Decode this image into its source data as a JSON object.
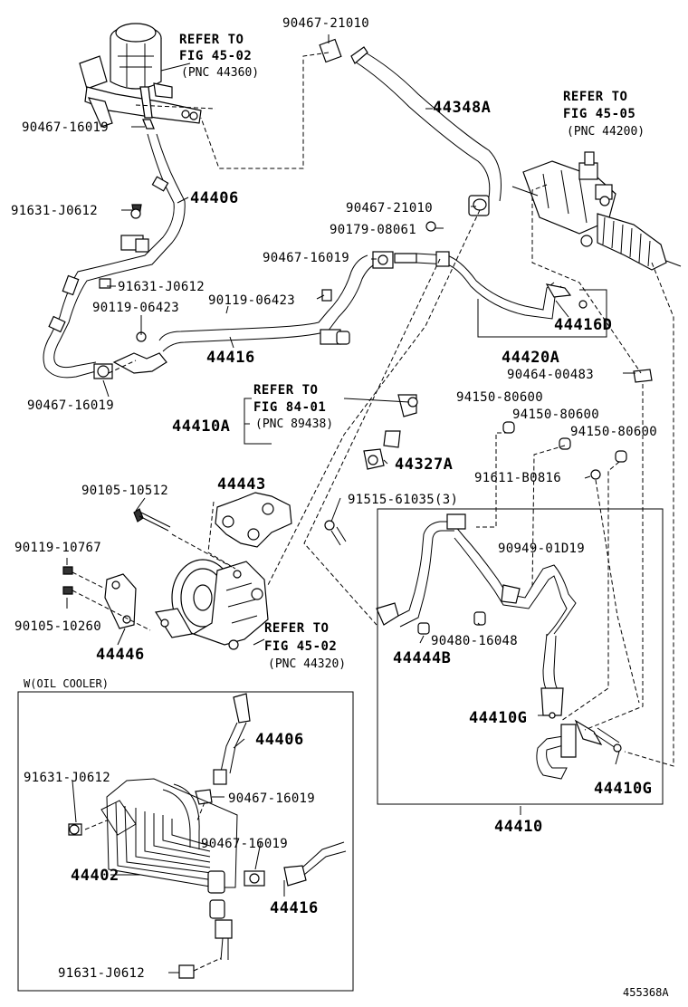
{
  "refs": {
    "ps_tank": {
      "l1": "REFER TO",
      "l2": "FIG 45-02",
      "l3": "(PNC 44360)"
    },
    "gear": {
      "l1": "REFER TO",
      "l2": "FIG 45-05",
      "l3": "(PNC 44200)"
    },
    "sensor": {
      "l1": "REFER TO",
      "l2": "FIG 84-01",
      "l3": "(PNC 89438)"
    },
    "pump": {
      "l1": "REFER TO",
      "l2": "FIG 45-02",
      "l3": "(PNC 44320)"
    }
  },
  "labels": {
    "p90467_21010_top": "90467-21010",
    "p90467_16019_a": "90467-16019",
    "p91631_J0612_a": "91631-J0612",
    "p44406": "44406",
    "p44348A": "44348A",
    "p90467_21010_mid": "90467-21010",
    "p90179_08061": "90179-08061",
    "p90467_16019_b": "90467-16019",
    "p91631_J0612_b": "91631-J0612",
    "p90119_06423_a": "90119-06423",
    "p90119_06423_b": "90119-06423",
    "p44416": "44416",
    "p90467_16019_c": "90467-16019",
    "p44416D": "44416D",
    "p44420A": "44420A",
    "p90464_00483": "90464-00483",
    "p44410A": "44410A",
    "p94150_80600_a": "94150-80600",
    "p94150_80600_b": "94150-80600",
    "p94150_80600_c": "94150-80600",
    "p44327A": "44327A",
    "p44443": "44443",
    "p90105_10512": "90105-10512",
    "p91611_B0816": "91611-B0816",
    "p91515_61035": "91515-61035(3)",
    "p90119_10767": "90119-10767",
    "p90949_01D19": "90949-01D19",
    "p90105_10260": "90105-10260",
    "p44446": "44446",
    "p44444B": "44444B",
    "p90480_16048": "90480-16048",
    "p44410G_a": "44410G",
    "p44410G_b": "44410G",
    "p44410": "44410",
    "p44406_w": "44406",
    "p91631_J0612_w1": "91631-J0612",
    "p90467_16019_w1": "90467-16019",
    "p90467_16019_w2": "90467-16019",
    "p44402": "44402",
    "p44416_w": "44416",
    "p91631_J0612_w2": "91631-J0612"
  },
  "inset_title": "W(OIL COOLER)",
  "figure_code": "455368A"
}
